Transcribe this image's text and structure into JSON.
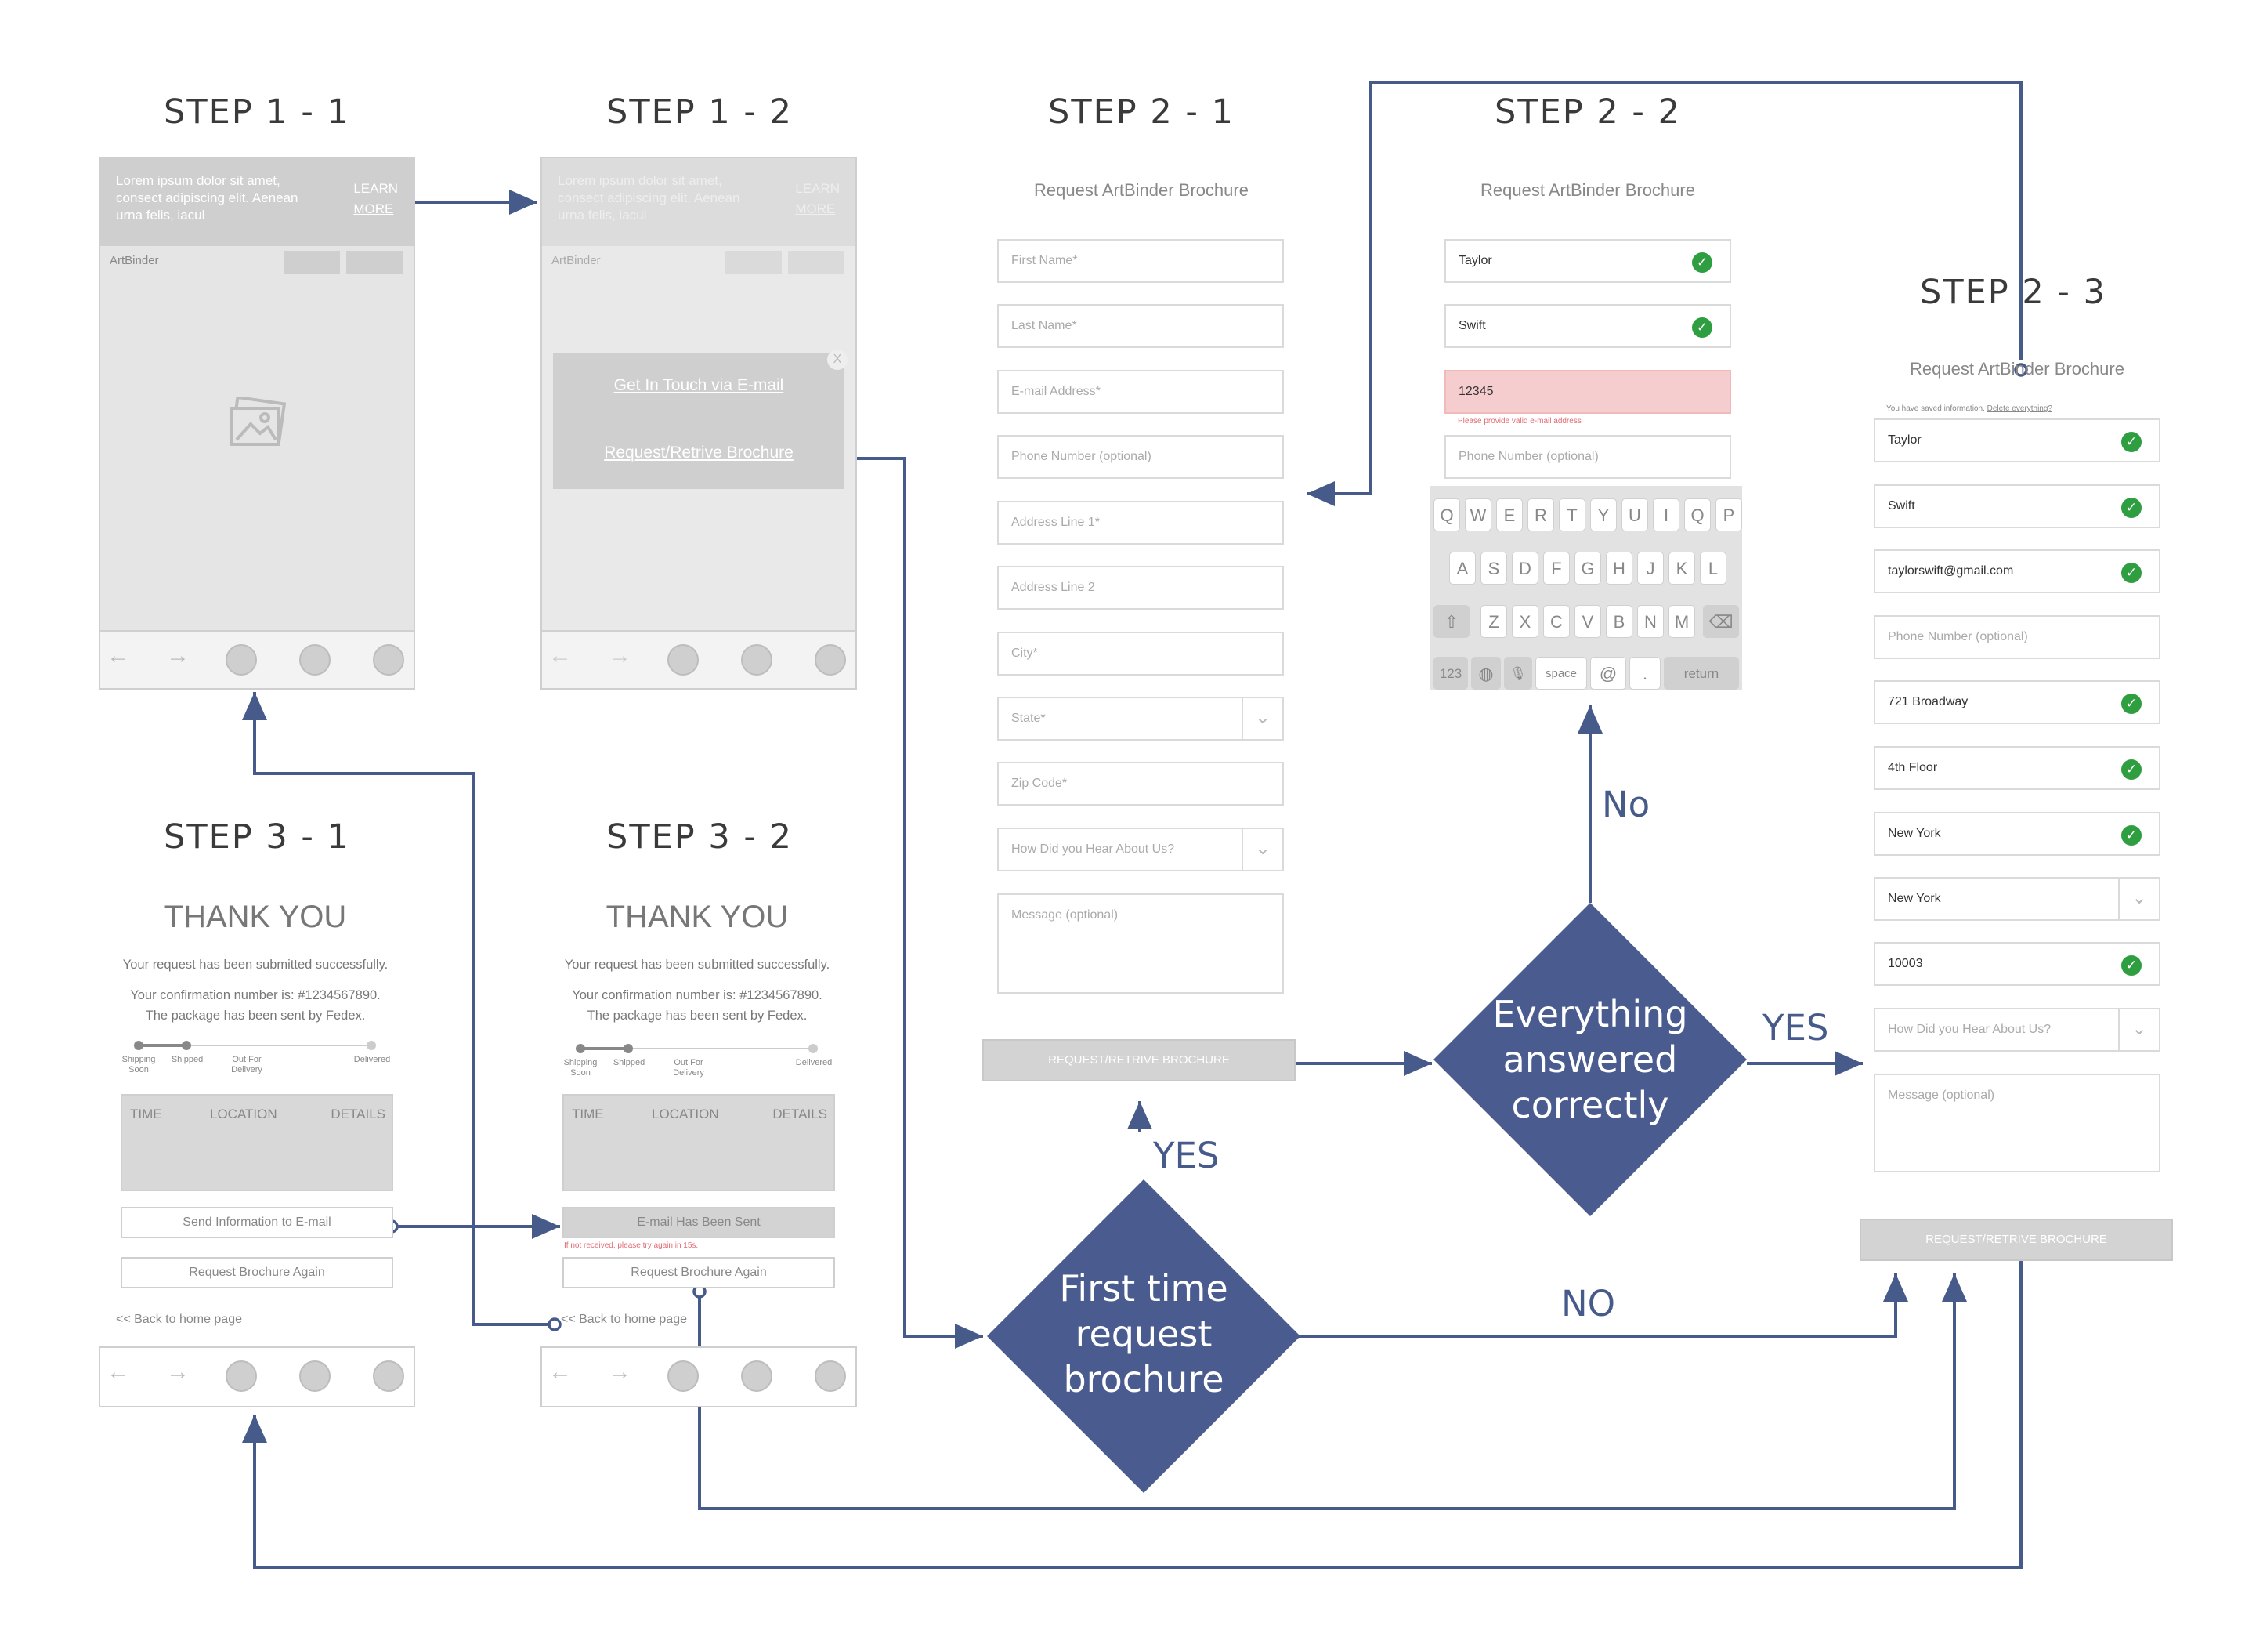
{
  "titles": {
    "s11": "STEP 1 - 1",
    "s12": "STEP 1 - 2",
    "s21": "STEP 2 - 1",
    "s22": "STEP 2 - 2",
    "s23": "STEP 2 - 3",
    "s31": "STEP 3 - 1",
    "s32": "STEP 3 - 2"
  },
  "banner": {
    "text": "Lorem ipsum dolor sit amet, consect adipiscing elit. Aenean urna felis, iacul",
    "learn1": "LEARN",
    "learn2": "MORE",
    "brand": "ArtBinder"
  },
  "popup": {
    "close": "X",
    "email": "Get In Touch via E-mail",
    "brochure": "Request/Retrive Brochure"
  },
  "form": {
    "title": "Request ArtBinder Brochure",
    "first": "First Name*",
    "last": "Last Name*",
    "email": "E-mail Address*",
    "phone": "Phone Number (optional)",
    "addr1": "Address Line 1*",
    "addr2": "Address Line 2",
    "city": "City*",
    "state": "State*",
    "zip": "Zip Code*",
    "hear": "How Did you Hear About Us?",
    "message": "Message (optional)",
    "button": "REQUEST/RETRIVE BROCHURE",
    "chevron": "⌄"
  },
  "form2": {
    "first": "Taylor",
    "last": "Swift",
    "zip_entered": "12345",
    "error": "Please provide valid e-mail address",
    "phone": "Phone Number (optional)"
  },
  "form3": {
    "saved": "You have saved information.",
    "delete": "Delete everything?",
    "first": "Taylor",
    "last": "Swift",
    "email": "taylorswift@gmail.com",
    "phone": "Phone Number (optional)",
    "addr1": "721 Broadway",
    "addr2": "4th Floor",
    "city": "New York",
    "state": "New York",
    "zip": "10003",
    "hear": "How Did you Hear About Us?",
    "message": "Message (optional)"
  },
  "keyboard": {
    "row1": [
      "Q",
      "W",
      "E",
      "R",
      "T",
      "Y",
      "U",
      "I",
      "Q",
      "P"
    ],
    "row2": [
      "A",
      "S",
      "D",
      "F",
      "G",
      "H",
      "J",
      "K",
      "L"
    ],
    "row3": [
      "Z",
      "X",
      "C",
      "V",
      "B",
      "N",
      "M"
    ],
    "k123": "123",
    "space": "space",
    "at": "@",
    "dot": ".",
    "ret": "return"
  },
  "thanks": {
    "title": "THANK YOU",
    "line1": "Your request has been submitted successfully.",
    "line2": "Your confirmation number is: #1234567890.",
    "line3": "The package has been sent by Fedex.",
    "st1a": "Shipping",
    "st1b": "Soon",
    "st2": "Shipped",
    "st3a": "Out For",
    "st3b": "Delivery",
    "st4": "Delivered",
    "time": "TIME",
    "location": "LOCATION",
    "details": "DETAILS",
    "send": "Send Information to E-mail",
    "sent": "E-mail Has Been Sent",
    "notrec": "If not received, please try again in 15s.",
    "again": "Request Brochure Again",
    "back": "<< Back to home page"
  },
  "flow": {
    "d1a": "First time",
    "d1b": "request",
    "d1c": "brochure",
    "d2a": "Everything",
    "d2b": "answered",
    "d2c": "correctly",
    "yes": "YES",
    "no_top": "No",
    "no": "NO",
    "yes_right": "YES",
    "color": "#4a5c8f"
  }
}
